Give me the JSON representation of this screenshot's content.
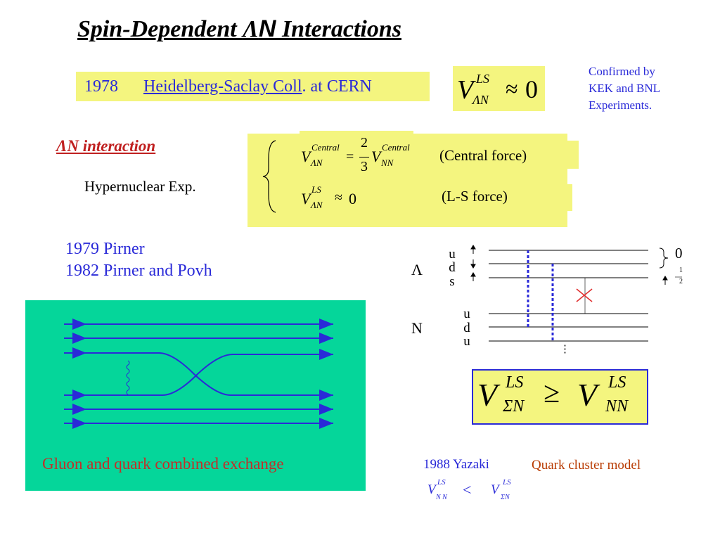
{
  "title": {
    "pre": "Spin-Dependent ",
    "lambda": "Λ",
    "n": "N",
    "post": " Interactions"
  },
  "experiment": {
    "year": "1978",
    "collaboration": "Heidelberg-Saclay Coll",
    "at": ". at CERN"
  },
  "confirmed_note": [
    "Confirmed by",
    "KEK and  BNL",
    "Experiments."
  ],
  "an_interaction": "ΛN interaction",
  "hypernuclear": "Hypernuclear Exp.",
  "central_force": "(Central force)",
  "ls_force": "(L-S force)",
  "pirner": {
    "line1": "1979   Pirner",
    "line2": "1982  Pirner and  Povh"
  },
  "gluon_caption": "Gluon and quark combined exchange",
  "yazaki": "1988   Yazaki",
  "quark_cluster": "Quark cluster model",
  "diagram": {
    "lambda_label": "Λ",
    "n_label": "N",
    "lambda_quarks": [
      "u",
      "d",
      "s"
    ],
    "n_quarks": [
      "u",
      "d",
      "u"
    ],
    "zero": "0",
    "half_num": "1",
    "half_den": "2",
    "dots": "⋮"
  },
  "math": {
    "V": "V",
    "LS": "LS",
    "LN": "ΛN",
    "NN": "NN",
    "SN": "ΣN",
    "N_N": "N N",
    "approx": "≈",
    "zero": "0",
    "equals": "=",
    "two": "2",
    "three": "3",
    "central": "Central",
    "geq": "≥",
    "lt": "<"
  },
  "colors": {
    "yellow": "#f4f57f",
    "blue_text": "#2a2ad8",
    "green": "#05d69a",
    "red_text": "#c02020"
  }
}
